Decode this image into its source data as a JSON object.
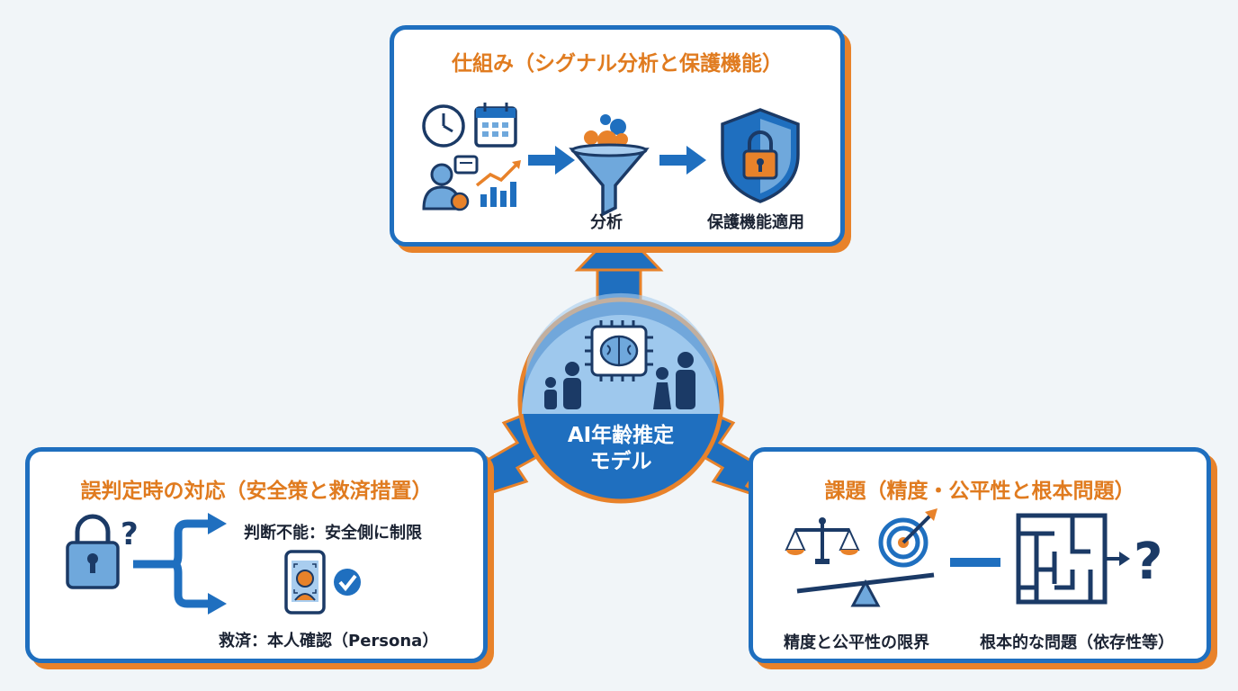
{
  "hub": {
    "line1": "AI年齢推定",
    "line2": "モデル"
  },
  "top_card": {
    "title": "仕組み（シグナル分析と保護機能）",
    "label_analysis": "分析",
    "label_protect": "保護機能適用"
  },
  "left_card": {
    "title": "誤判定時の対応（安全策と救済措置）",
    "label_limit": "判断不能：安全側に制限",
    "label_remedy": "救済：本人確認（Persona）"
  },
  "right_card": {
    "title": "課題（精度・公平性と根本問題）",
    "label_accuracy": "精度と公平性の限界",
    "label_fundamental": "根本的な問題（依存性等）"
  },
  "colors": {
    "primary_blue": "#1f6fbf",
    "accent_orange": "#e8822a",
    "title_orange": "#e07b1f",
    "light_blue": "#6fa8dc"
  }
}
